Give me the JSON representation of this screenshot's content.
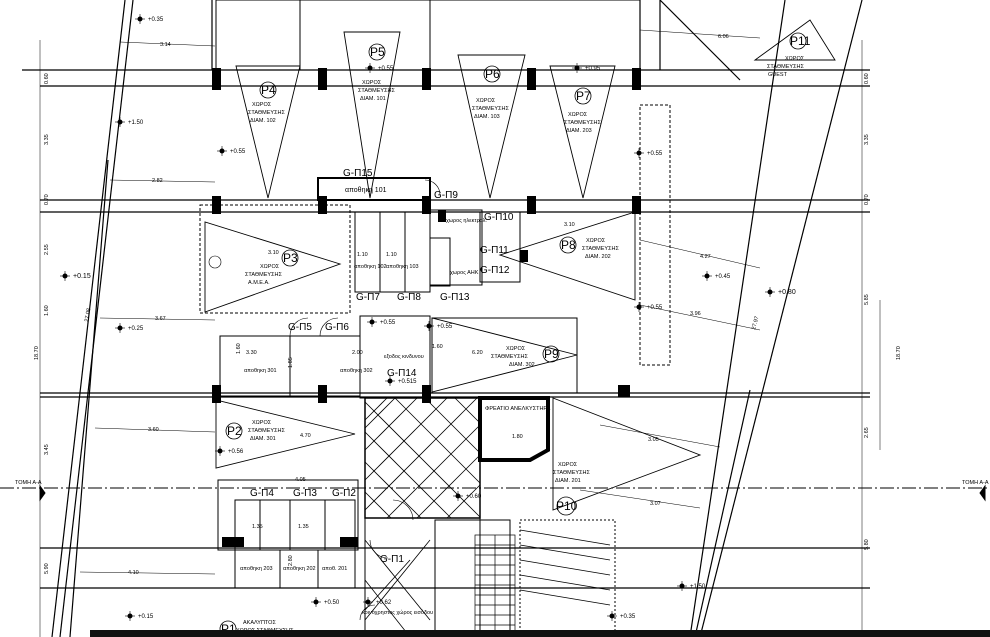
{
  "section_label": "ΤΟΜΗ Α-Α",
  "parking_spaces": [
    {
      "id": "P4",
      "lines": [
        "ΧΩΡΟΣ",
        "ΣΤΑΘΜΕΥΣΗΣ",
        "ΔΙΑΜ. 102"
      ]
    },
    {
      "id": "P5",
      "lines": [
        "ΧΩΡΟΣ",
        "ΣΤΑΘΜΕΥΣΗΣ",
        "ΔΙΑΜ. 101"
      ]
    },
    {
      "id": "P6",
      "lines": [
        "ΧΩΡΟΣ",
        "ΣΤΑΘΜΕΥΣΗΣ",
        "ΔΙΑΜ. 103"
      ]
    },
    {
      "id": "P7",
      "lines": [
        "ΧΩΡΟΣ",
        "ΣΤΑΘΜΕΥΣΗΣ",
        "ΔΙΑΜ. 203"
      ]
    },
    {
      "id": "P11",
      "lines": [
        "ΧΩΡΟΣ",
        "ΣΤΑΘΜΕΥΣΗΣ",
        "GUEST"
      ]
    },
    {
      "id": "P3",
      "lines": [
        "ΧΩΡΟΣ",
        "ΣΤΑΘΜΕΥΣΗΣ",
        "Α.Μ.Ε.Α."
      ]
    },
    {
      "id": "P8",
      "lines": [
        "ΧΩΡΟΣ",
        "ΣΤΑΘΜΕΥΣΗΣ",
        "ΔΙΑΜ. 202"
      ]
    },
    {
      "id": "P9",
      "lines": [
        "ΧΩΡΟΣ",
        "ΣΤΑΘΜΕΥΣΗΣ",
        "ΔΙΑΜ. 302"
      ]
    },
    {
      "id": "P2",
      "lines": [
        "ΧΩΡΟΣ",
        "ΣΤΑΘΜΕΥΣΗΣ",
        "ΔΙΑΜ. 301"
      ]
    },
    {
      "id": "P10",
      "lines": [
        "ΧΩΡΟΣ",
        "ΣΤΑΘΜΕΥΣΗΣ",
        "ΔΙΑΜ. 201"
      ]
    },
    {
      "id": "P1",
      "lines": [
        "ΑΚΑΛΥΠΤΟΣ",
        "ΧΩΡΟΣ ΣΤΑΘΜΕΥΣΗΣ"
      ]
    }
  ],
  "storage_tags": [
    "G-Π15",
    "G-Π9",
    "G-Π10",
    "G-Π11",
    "G-Π12",
    "G-Π7",
    "G-Π8",
    "G-Π13",
    "G-Π5",
    "G-Π6",
    "G-Π14",
    "G-Π4",
    "G-Π3",
    "G-Π2",
    "G-Π1"
  ],
  "rooms": [
    "αποθηκη 101",
    "αποθηκη 102",
    "αποθηκη 103",
    "χωρος ηλεκτρολ.",
    "χωρος ΑΗΚ",
    "αποθηκη 301",
    "αποθηκη 302",
    "εξοδος κινδυνου",
    "αποθηκη 203",
    "αποθηκη 202",
    "αποθ. 201",
    "ΦΡΕΑΤΙΟ ΑΝΕΛΚΥΣΤΗΡΑ",
    "κοινόχρηστος χώρος εισόδου"
  ],
  "elevations": [
    "+0.35",
    "+0.55",
    "+0.55",
    "+0.95",
    "+1.50",
    "+0.55",
    "+0.55",
    "+0.15",
    "+0.45",
    "+0.80",
    "+0.25",
    "+0.55",
    "+0.55",
    "+0.515",
    "+0.56",
    "+0.60",
    "+1.50",
    "+0.15",
    "+0.50",
    "+0.62",
    "+0.35"
  ],
  "dimensions": [
    "3.14",
    "2.82",
    "3.67",
    "3.60",
    "4.10",
    "6.06",
    "4.27",
    "3.96",
    "3.05",
    "3.07",
    "3.10",
    "3.10",
    "3.30",
    "2.00",
    "6.20",
    "4.70",
    "1.35",
    "1.35",
    "4.05",
    "18.70",
    "18.70",
    "27.08",
    "27.97",
    "0.60",
    "3.35",
    "0.70",
    "2.55",
    "1.60",
    "3.45",
    "5.90",
    "0.60",
    "3.35",
    "0.70",
    "5.85",
    "2.65",
    "5.80",
    "1.10",
    "1.10",
    "1.60",
    "1.60",
    "1.80",
    "1.85",
    "2.80"
  ]
}
